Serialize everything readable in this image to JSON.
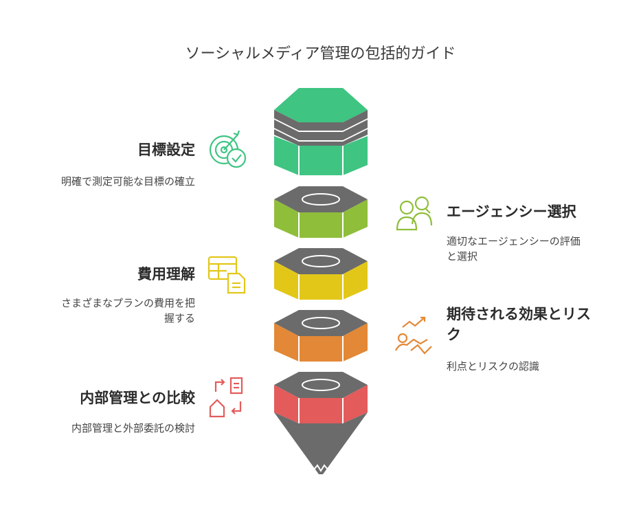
{
  "title": "ソーシャルメディア管理の包括的ガイド",
  "items": [
    {
      "heading": "目標設定",
      "description": "明確で測定可能な目標の確立",
      "color": "#3fc482",
      "icon": "target-check-icon"
    },
    {
      "heading": "エージェンシー選択",
      "description": [
        "適切なエージェンシーの評価",
        "と選択"
      ],
      "color": "#8fbe3a",
      "icon": "people-icon"
    },
    {
      "heading": "費用理解",
      "description": [
        "さまざまなプランの費用を把",
        "握する"
      ],
      "color": "#e2c719",
      "icon": "document-table-icon"
    },
    {
      "heading": [
        "期待される効果とリス",
        "ク"
      ],
      "description": "利点とリスクの認識",
      "color": "#e38836",
      "icon": "growth-effort-icon"
    },
    {
      "heading": "内部管理との比較",
      "description": "内部管理と外部委託の検討",
      "color": "#e35b5b",
      "icon": "inhouse-outsource-icon"
    }
  ],
  "colors": {
    "top": "#3fc482",
    "band_dark": "#6b6b6b",
    "tip": "#6b6b6b"
  }
}
